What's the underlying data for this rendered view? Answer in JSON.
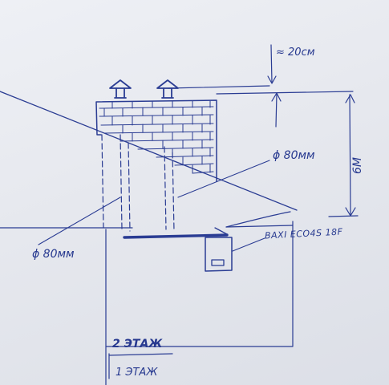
{
  "labels": {
    "gap": "≈ 20см",
    "height": "6М",
    "pipe_upper": "ϕ 80мм",
    "pipe_left": "ϕ 80мм",
    "boiler": "BAXI ECO4S 18F",
    "floor2": "2 ЭТАЖ",
    "floor1": "1 ЭТАЖ"
  },
  "colors": {
    "ink": "#2a3c93",
    "paper": "#e9ebf0"
  }
}
